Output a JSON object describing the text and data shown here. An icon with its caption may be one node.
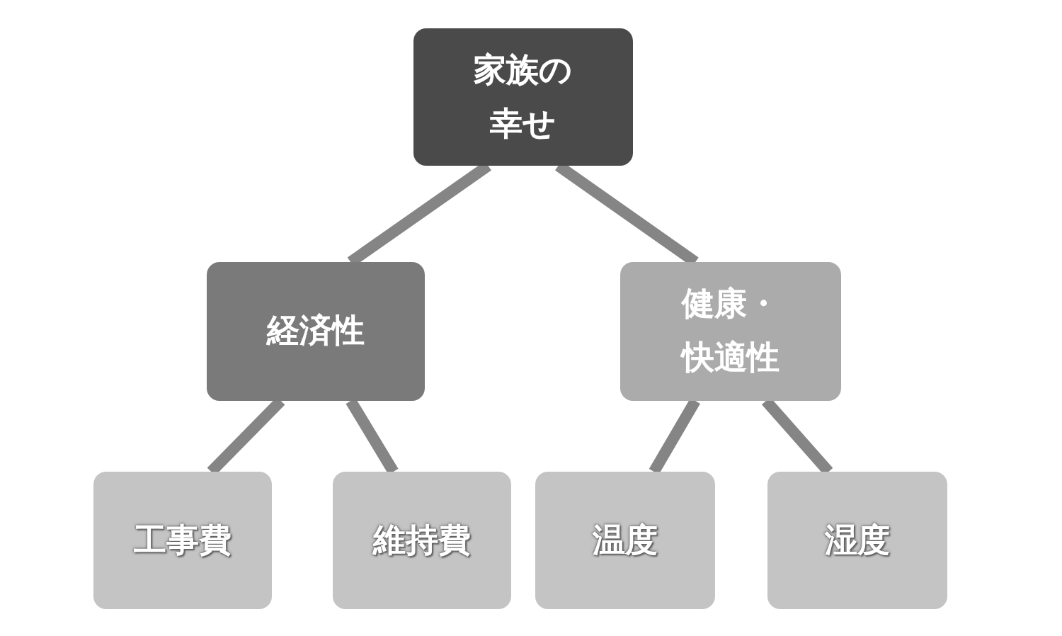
{
  "diagram": {
    "nodes": [
      {
        "text": [
          "家族の幸せ"
        ]
      },
      {
        "text": [
          "経済性"
        ]
      },
      {
        "text": [
          "健康・快適性"
        ]
      },
      {
        "text": [
          "工事費"
        ]
      },
      {
        "text": [
          "維持費"
        ]
      },
      {
        "text": [
          "温度"
        ]
      },
      {
        "text": [
          "湿度"
        ]
      }
    ],
    "edges": [
      {
        "from": 0,
        "to": 1,
        "arrow": "none"
      },
      {
        "from": 0,
        "to": 2,
        "arrow": "none"
      },
      {
        "from": 1,
        "to": 3,
        "arrow": "none"
      },
      {
        "from": 1,
        "to": 4,
        "arrow": "none"
      },
      {
        "from": 2,
        "to": 5,
        "arrow": "none"
      },
      {
        "from": 2,
        "to": 6,
        "arrow": "none"
      }
    ]
  }
}
